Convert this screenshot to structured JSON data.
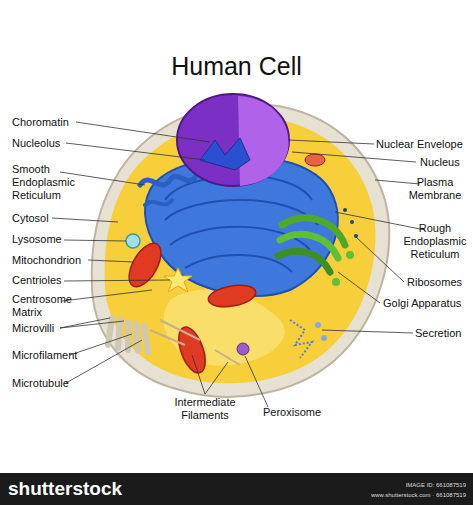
{
  "diagram": {
    "title": "Human Cell",
    "labels": [
      "Choromatin",
      "Nucleolus",
      "Smooth Endoplasmic Reticulum",
      "Cytosol",
      "Lysosome",
      "Mitochondrion",
      "Centrioles",
      "Centrosome Matrix",
      "Microvilli",
      "Microfilament",
      "Microtubule",
      "Intermediate Filaments",
      "Peroxisome",
      "Nuclear Envelope",
      "Nucleus",
      "Plasma Membrane",
      "Rough Endoplasmic Reticulum",
      "Ribosomes",
      "Golgi Apparatus",
      "Secretion",
      "shutterstock",
      "IMAGE ID: 661087519",
      "www.shutterstock.com · 661087519"
    ]
  }
}
